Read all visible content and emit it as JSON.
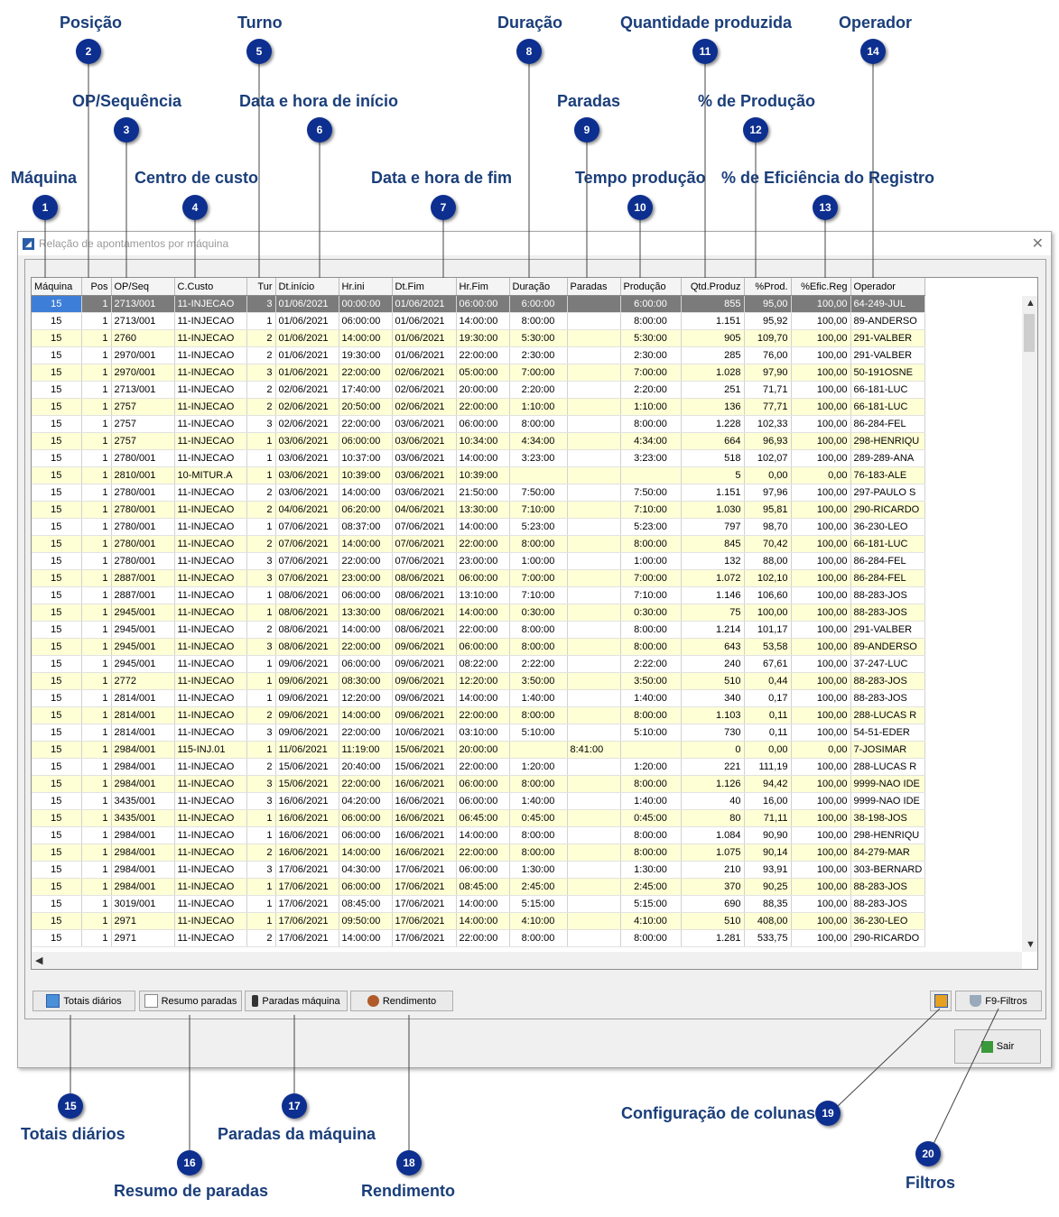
{
  "callouts": [
    {
      "id": "posicao",
      "label": "Posição",
      "num": "2"
    },
    {
      "id": "turno",
      "label": "Turno",
      "num": "5"
    },
    {
      "id": "duracao",
      "label": "Duração",
      "num": "8"
    },
    {
      "id": "qtd",
      "label": "Quantidade produzida",
      "num": "11"
    },
    {
      "id": "operador",
      "label": "Operador",
      "num": "14"
    },
    {
      "id": "opseq",
      "label": "OP/Sequência",
      "num": "3"
    },
    {
      "id": "dtini",
      "label": "Data e hora de início",
      "num": "6"
    },
    {
      "id": "paradas",
      "label": "Paradas",
      "num": "9"
    },
    {
      "id": "pprod",
      "label": "% de Produção",
      "num": "12"
    },
    {
      "id": "maquina",
      "label": "Máquina",
      "num": "1"
    },
    {
      "id": "ccusto",
      "label": "Centro de custo",
      "num": "4"
    },
    {
      "id": "dtfim",
      "label": "Data e hora de fim",
      "num": "7"
    },
    {
      "id": "tprod",
      "label": "Tempo produção",
      "num": "10"
    },
    {
      "id": "pefic",
      "label": "% de Eficiência do Registro",
      "num": "13"
    },
    {
      "id": "totais",
      "label": "Totais diários",
      "num": "15"
    },
    {
      "id": "resumo",
      "label": "Resumo de paradas",
      "num": "16"
    },
    {
      "id": "paradasmaq",
      "label": "Paradas da máquina",
      "num": "17"
    },
    {
      "id": "rendimento",
      "label": "Rendimento",
      "num": "18"
    },
    {
      "id": "config",
      "label": "Configuração de colunas",
      "num": "19"
    },
    {
      "id": "filtros",
      "label": "Filtros",
      "num": "20"
    }
  ],
  "window": {
    "title": "Relação de apontamentos por máquina",
    "close": "✕"
  },
  "columns": [
    "Máquina",
    "Pos",
    "OP/Seq",
    "C.Custo",
    "Tur",
    "Dt.início",
    "Hr.ini",
    "Dt.Fim",
    "Hr.Fim",
    "Duração",
    "Paradas",
    "Produção",
    "Qtd.Produz",
    "%Prod.",
    "%Efic.Reg",
    "Operador"
  ],
  "rows": [
    [
      "15",
      "1",
      "2713/001",
      "11-INJECAO",
      "3",
      "01/06/2021",
      "00:00:00",
      "01/06/2021",
      "06:00:00",
      "6:00:00",
      "",
      "6:00:00",
      "855",
      "95,00",
      "100,00",
      "64-249-JUL"
    ],
    [
      "15",
      "1",
      "2713/001",
      "11-INJECAO",
      "1",
      "01/06/2021",
      "06:00:00",
      "01/06/2021",
      "14:00:00",
      "8:00:00",
      "",
      "8:00:00",
      "1.151",
      "95,92",
      "100,00",
      "89-ANDERSO"
    ],
    [
      "15",
      "1",
      "2760",
      "11-INJECAO",
      "2",
      "01/06/2021",
      "14:00:00",
      "01/06/2021",
      "19:30:00",
      "5:30:00",
      "",
      "5:30:00",
      "905",
      "109,70",
      "100,00",
      "291-VALBER"
    ],
    [
      "15",
      "1",
      "2970/001",
      "11-INJECAO",
      "2",
      "01/06/2021",
      "19:30:00",
      "01/06/2021",
      "22:00:00",
      "2:30:00",
      "",
      "2:30:00",
      "285",
      "76,00",
      "100,00",
      "291-VALBER"
    ],
    [
      "15",
      "1",
      "2970/001",
      "11-INJECAO",
      "3",
      "01/06/2021",
      "22:00:00",
      "02/06/2021",
      "05:00:00",
      "7:00:00",
      "",
      "7:00:00",
      "1.028",
      "97,90",
      "100,00",
      "50-191OSNE"
    ],
    [
      "15",
      "1",
      "2713/001",
      "11-INJECAO",
      "2",
      "02/06/2021",
      "17:40:00",
      "02/06/2021",
      "20:00:00",
      "2:20:00",
      "",
      "2:20:00",
      "251",
      "71,71",
      "100,00",
      "66-181-LUC"
    ],
    [
      "15",
      "1",
      "2757",
      "11-INJECAO",
      "2",
      "02/06/2021",
      "20:50:00",
      "02/06/2021",
      "22:00:00",
      "1:10:00",
      "",
      "1:10:00",
      "136",
      "77,71",
      "100,00",
      "66-181-LUC"
    ],
    [
      "15",
      "1",
      "2757",
      "11-INJECAO",
      "3",
      "02/06/2021",
      "22:00:00",
      "03/06/2021",
      "06:00:00",
      "8:00:00",
      "",
      "8:00:00",
      "1.228",
      "102,33",
      "100,00",
      "86-284-FEL"
    ],
    [
      "15",
      "1",
      "2757",
      "11-INJECAO",
      "1",
      "03/06/2021",
      "06:00:00",
      "03/06/2021",
      "10:34:00",
      "4:34:00",
      "",
      "4:34:00",
      "664",
      "96,93",
      "100,00",
      "298-HENRIQU"
    ],
    [
      "15",
      "1",
      "2780/001",
      "11-INJECAO",
      "1",
      "03/06/2021",
      "10:37:00",
      "03/06/2021",
      "14:00:00",
      "3:23:00",
      "",
      "3:23:00",
      "518",
      "102,07",
      "100,00",
      "289-289-ANA"
    ],
    [
      "15",
      "1",
      "2810/001",
      "10-MITUR.A",
      "1",
      "03/06/2021",
      "10:39:00",
      "03/06/2021",
      "10:39:00",
      "",
      "",
      "",
      "5",
      "0,00",
      "0,00",
      "76-183-ALE"
    ],
    [
      "15",
      "1",
      "2780/001",
      "11-INJECAO",
      "2",
      "03/06/2021",
      "14:00:00",
      "03/06/2021",
      "21:50:00",
      "7:50:00",
      "",
      "7:50:00",
      "1.151",
      "97,96",
      "100,00",
      "297-PAULO S"
    ],
    [
      "15",
      "1",
      "2780/001",
      "11-INJECAO",
      "2",
      "04/06/2021",
      "06:20:00",
      "04/06/2021",
      "13:30:00",
      "7:10:00",
      "",
      "7:10:00",
      "1.030",
      "95,81",
      "100,00",
      "290-RICARDO"
    ],
    [
      "15",
      "1",
      "2780/001",
      "11-INJECAO",
      "1",
      "07/06/2021",
      "08:37:00",
      "07/06/2021",
      "14:00:00",
      "5:23:00",
      "",
      "5:23:00",
      "797",
      "98,70",
      "100,00",
      "36-230-LEO"
    ],
    [
      "15",
      "1",
      "2780/001",
      "11-INJECAO",
      "2",
      "07/06/2021",
      "14:00:00",
      "07/06/2021",
      "22:00:00",
      "8:00:00",
      "",
      "8:00:00",
      "845",
      "70,42",
      "100,00",
      "66-181-LUC"
    ],
    [
      "15",
      "1",
      "2780/001",
      "11-INJECAO",
      "3",
      "07/06/2021",
      "22:00:00",
      "07/06/2021",
      "23:00:00",
      "1:00:00",
      "",
      "1:00:00",
      "132",
      "88,00",
      "100,00",
      "86-284-FEL"
    ],
    [
      "15",
      "1",
      "2887/001",
      "11-INJECAO",
      "3",
      "07/06/2021",
      "23:00:00",
      "08/06/2021",
      "06:00:00",
      "7:00:00",
      "",
      "7:00:00",
      "1.072",
      "102,10",
      "100,00",
      "86-284-FEL"
    ],
    [
      "15",
      "1",
      "2887/001",
      "11-INJECAO",
      "1",
      "08/06/2021",
      "06:00:00",
      "08/06/2021",
      "13:10:00",
      "7:10:00",
      "",
      "7:10:00",
      "1.146",
      "106,60",
      "100,00",
      "88-283-JOS"
    ],
    [
      "15",
      "1",
      "2945/001",
      "11-INJECAO",
      "1",
      "08/06/2021",
      "13:30:00",
      "08/06/2021",
      "14:00:00",
      "0:30:00",
      "",
      "0:30:00",
      "75",
      "100,00",
      "100,00",
      "88-283-JOS"
    ],
    [
      "15",
      "1",
      "2945/001",
      "11-INJECAO",
      "2",
      "08/06/2021",
      "14:00:00",
      "08/06/2021",
      "22:00:00",
      "8:00:00",
      "",
      "8:00:00",
      "1.214",
      "101,17",
      "100,00",
      "291-VALBER"
    ],
    [
      "15",
      "1",
      "2945/001",
      "11-INJECAO",
      "3",
      "08/06/2021",
      "22:00:00",
      "09/06/2021",
      "06:00:00",
      "8:00:00",
      "",
      "8:00:00",
      "643",
      "53,58",
      "100,00",
      "89-ANDERSO"
    ],
    [
      "15",
      "1",
      "2945/001",
      "11-INJECAO",
      "1",
      "09/06/2021",
      "06:00:00",
      "09/06/2021",
      "08:22:00",
      "2:22:00",
      "",
      "2:22:00",
      "240",
      "67,61",
      "100,00",
      "37-247-LUC"
    ],
    [
      "15",
      "1",
      "2772",
      "11-INJECAO",
      "1",
      "09/06/2021",
      "08:30:00",
      "09/06/2021",
      "12:20:00",
      "3:50:00",
      "",
      "3:50:00",
      "510",
      "0,44",
      "100,00",
      "88-283-JOS"
    ],
    [
      "15",
      "1",
      "2814/001",
      "11-INJECAO",
      "1",
      "09/06/2021",
      "12:20:00",
      "09/06/2021",
      "14:00:00",
      "1:40:00",
      "",
      "1:40:00",
      "340",
      "0,17",
      "100,00",
      "88-283-JOS"
    ],
    [
      "15",
      "1",
      "2814/001",
      "11-INJECAO",
      "2",
      "09/06/2021",
      "14:00:00",
      "09/06/2021",
      "22:00:00",
      "8:00:00",
      "",
      "8:00:00",
      "1.103",
      "0,11",
      "100,00",
      "288-LUCAS R"
    ],
    [
      "15",
      "1",
      "2814/001",
      "11-INJECAO",
      "3",
      "09/06/2021",
      "22:00:00",
      "10/06/2021",
      "03:10:00",
      "5:10:00",
      "",
      "5:10:00",
      "730",
      "0,11",
      "100,00",
      "54-51-EDER"
    ],
    [
      "15",
      "1",
      "2984/001",
      "115-INJ.01",
      "1",
      "11/06/2021",
      "11:19:00",
      "15/06/2021",
      "20:00:00",
      "",
      "8:41:00",
      "",
      "0",
      "0,00",
      "0,00",
      "7-JOSIMAR"
    ],
    [
      "15",
      "1",
      "2984/001",
      "11-INJECAO",
      "2",
      "15/06/2021",
      "20:40:00",
      "15/06/2021",
      "22:00:00",
      "1:20:00",
      "",
      "1:20:00",
      "221",
      "111,19",
      "100,00",
      "288-LUCAS R"
    ],
    [
      "15",
      "1",
      "2984/001",
      "11-INJECAO",
      "3",
      "15/06/2021",
      "22:00:00",
      "16/06/2021",
      "06:00:00",
      "8:00:00",
      "",
      "8:00:00",
      "1.126",
      "94,42",
      "100,00",
      "9999-NAO IDE"
    ],
    [
      "15",
      "1",
      "3435/001",
      "11-INJECAO",
      "3",
      "16/06/2021",
      "04:20:00",
      "16/06/2021",
      "06:00:00",
      "1:40:00",
      "",
      "1:40:00",
      "40",
      "16,00",
      "100,00",
      "9999-NAO IDE"
    ],
    [
      "15",
      "1",
      "3435/001",
      "11-INJECAO",
      "1",
      "16/06/2021",
      "06:00:00",
      "16/06/2021",
      "06:45:00",
      "0:45:00",
      "",
      "0:45:00",
      "80",
      "71,11",
      "100,00",
      "38-198-JOS"
    ],
    [
      "15",
      "1",
      "2984/001",
      "11-INJECAO",
      "1",
      "16/06/2021",
      "06:00:00",
      "16/06/2021",
      "14:00:00",
      "8:00:00",
      "",
      "8:00:00",
      "1.084",
      "90,90",
      "100,00",
      "298-HENRIQU"
    ],
    [
      "15",
      "1",
      "2984/001",
      "11-INJECAO",
      "2",
      "16/06/2021",
      "14:00:00",
      "16/06/2021",
      "22:00:00",
      "8:00:00",
      "",
      "8:00:00",
      "1.075",
      "90,14",
      "100,00",
      "84-279-MAR"
    ],
    [
      "15",
      "1",
      "2984/001",
      "11-INJECAO",
      "3",
      "17/06/2021",
      "04:30:00",
      "17/06/2021",
      "06:00:00",
      "1:30:00",
      "",
      "1:30:00",
      "210",
      "93,91",
      "100,00",
      "303-BERNARD"
    ],
    [
      "15",
      "1",
      "2984/001",
      "11-INJECAO",
      "1",
      "17/06/2021",
      "06:00:00",
      "17/06/2021",
      "08:45:00",
      "2:45:00",
      "",
      "2:45:00",
      "370",
      "90,25",
      "100,00",
      "88-283-JOS"
    ],
    [
      "15",
      "1",
      "3019/001",
      "11-INJECAO",
      "1",
      "17/06/2021",
      "08:45:00",
      "17/06/2021",
      "14:00:00",
      "5:15:00",
      "",
      "5:15:00",
      "690",
      "88,35",
      "100,00",
      "88-283-JOS"
    ],
    [
      "15",
      "1",
      "2971",
      "11-INJECAO",
      "1",
      "17/06/2021",
      "09:50:00",
      "17/06/2021",
      "14:00:00",
      "4:10:00",
      "",
      "4:10:00",
      "510",
      "408,00",
      "100,00",
      "36-230-LEO"
    ],
    [
      "15",
      "1",
      "2971",
      "11-INJECAO",
      "2",
      "17/06/2021",
      "14:00:00",
      "17/06/2021",
      "22:00:00",
      "8:00:00",
      "",
      "8:00:00",
      "1.281",
      "533,75",
      "100,00",
      "290-RICARDO"
    ]
  ],
  "buttons": {
    "totais": "Totais diários",
    "resumo": "Resumo paradas",
    "paradas": "Paradas máquina",
    "rendimento": "Rendimento",
    "filtros": "F9-Filtros",
    "sair": "Sair"
  },
  "icons": {
    "app": "app-icon",
    "calculator": "calculator-icon",
    "document": "document-icon",
    "traffic": "traffic-light-icon",
    "tool": "tool-icon",
    "config": "column-config-icon",
    "filter": "filter-icon",
    "exit": "exit-icon"
  },
  "colors": {
    "badge": "#0d2f8f",
    "callout": "#1a3e7a",
    "row_alt": "#ffffd6",
    "selected": "#7b7b7b",
    "selected_first": "#3d7fd8"
  }
}
